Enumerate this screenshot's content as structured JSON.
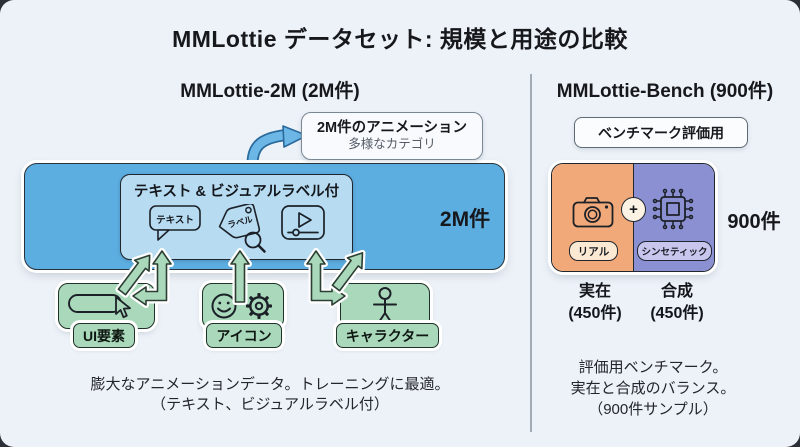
{
  "title": "MMLottie データセット: 規模と用途の比較",
  "left": {
    "heading": "MMLottie-2M (2M件)",
    "callout": {
      "line1": "2M件のアニメーション",
      "line2": "多様なカテゴリ"
    },
    "dataset": {
      "label_title": "テキスト & ビジュアルラベル付",
      "bubble_label": "テキスト",
      "tag_label": "ラベル",
      "count": "2M件"
    },
    "categories": [
      {
        "label": "UI要素"
      },
      {
        "label": "アイコン"
      },
      {
        "label": "キャラクター"
      }
    ],
    "footer": {
      "line1": "膨大なアニメーションデータ。トレーニングに最適。",
      "line2": "（テキスト、ビジュアルラベル付）"
    }
  },
  "right": {
    "heading": "MMLottie-Bench (900件)",
    "badge": "ベンチマーク評価用",
    "box": {
      "real_pill": "リアル",
      "synthetic_pill": "シンセティック",
      "plus": "+",
      "count": "900件"
    },
    "real_label": {
      "line1": "実在",
      "line2": "(450件)"
    },
    "synthetic_label": {
      "line1": "合成",
      "line2": "(450件)"
    },
    "footer": {
      "line1": "評価用ベンチマーク。",
      "line2": "実在と合成のバランス。",
      "line3": "（900件サンプル）"
    }
  },
  "colors": {
    "background": "#edf2f8",
    "dataset_blue": "#5cade0",
    "inner_blue": "#b7dcf2",
    "category_green": "#a9d8ba",
    "real_orange": "#f2a97a",
    "synthetic_purple": "#8b90d3",
    "real_pill_bg": "#fce9d4",
    "synthetic_pill_bg": "#c9c6ee",
    "arrow_blue": "#6cb7e6"
  }
}
